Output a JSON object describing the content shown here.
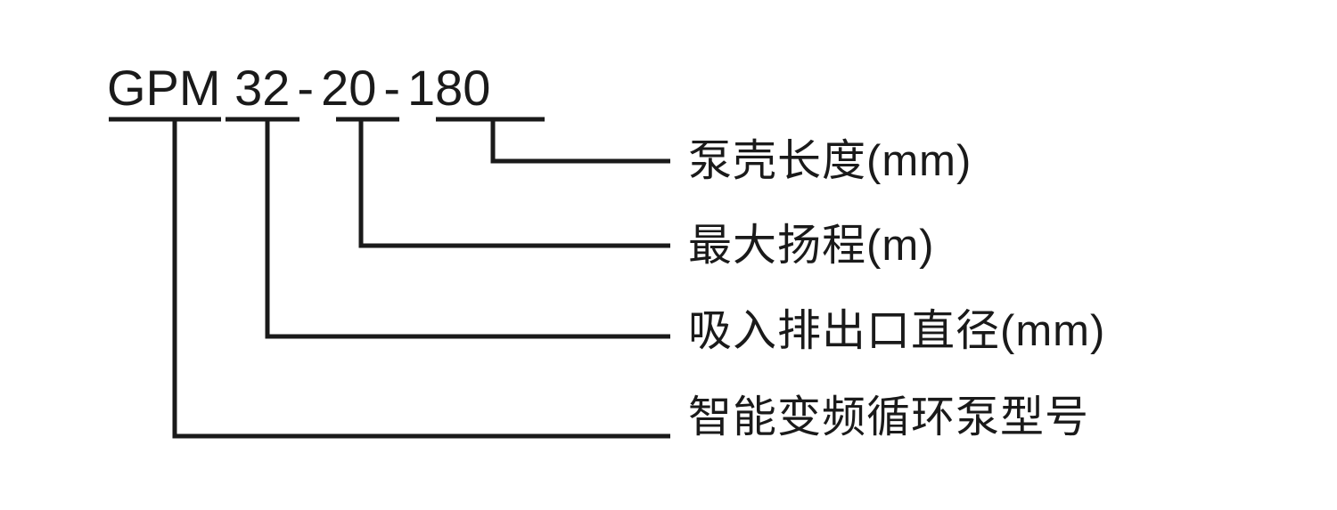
{
  "diagram": {
    "type": "model-designation-breakdown",
    "title": "GPM 32 - 20 - 180",
    "line_color": "#1a1a1a",
    "background_color": "#ffffff",
    "model_code": {
      "segments": [
        {
          "text": "GPM 32",
          "underlined": true
        },
        {
          "text": "20",
          "underlined": true
        },
        {
          "text": "180",
          "underlined": true
        }
      ],
      "separator": "-",
      "full_text": "GPM 32 - 20 - 180"
    },
    "callouts": [
      {
        "id": "casing-length",
        "source_segment": "180",
        "label": "泵壳长度(mm)"
      },
      {
        "id": "max-head",
        "source_segment": "20",
        "label": "最大扬程(m)"
      },
      {
        "id": "port-diameter",
        "source_segment": "32",
        "label": "吸入排出口直径(mm)"
      },
      {
        "id": "pump-model",
        "source_segment": "GPM",
        "label": "智能变频循环泵型号"
      }
    ]
  }
}
